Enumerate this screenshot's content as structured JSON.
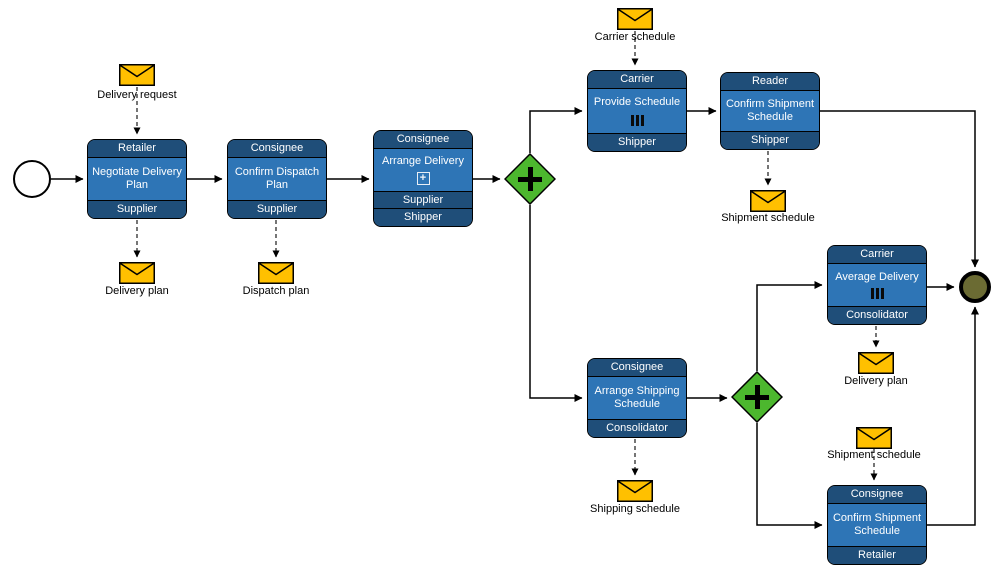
{
  "colors": {
    "task_fill": "#2E75B6",
    "band_fill": "#1F4E79",
    "gateway_fill": "#4CB72E",
    "message_fill": "#FFC000",
    "end_fill": "#6B6B33"
  },
  "icons": {
    "message_icon": "envelope",
    "parallel_gateway_icon": "+",
    "subprocess_plus": "+",
    "multi_instance_icon": "|||"
  },
  "tasks": [
    {
      "header": "Retailer",
      "body": "Negotiate Delivery Plan",
      "footer": "Supplier"
    },
    {
      "header": "Consignee",
      "body": "Confirm Dispatch Plan",
      "footer": "Supplier"
    },
    {
      "header": "Consignee",
      "body": "Arrange Delivery",
      "footer": "Supplier",
      "footer2": "Shipper"
    },
    {
      "header": "Carrier",
      "body": "Provide Schedule",
      "footer": "Shipper"
    },
    {
      "header": "Reader",
      "body": "Confirm Shipment Schedule",
      "footer": "Shipper"
    },
    {
      "header": "Consignee",
      "body": "Arrange Shipping Schedule",
      "footer": "Consolidator"
    },
    {
      "header": "Carrier",
      "body": "Average Delivery",
      "footer": "Consolidator"
    },
    {
      "header": "Consignee",
      "body": "Confirm Shipment Schedule",
      "footer": "Retailer"
    }
  ],
  "messages": [
    {
      "label": "Carrier schedule"
    },
    {
      "label": "Delivery request"
    },
    {
      "label": "Delivery plan"
    },
    {
      "label": "Dispatch plan"
    },
    {
      "label": "Shipment schedule"
    },
    {
      "label": "Delivery plan"
    },
    {
      "label": "Shipment schedule"
    },
    {
      "label": "Shipping schedule"
    }
  ]
}
